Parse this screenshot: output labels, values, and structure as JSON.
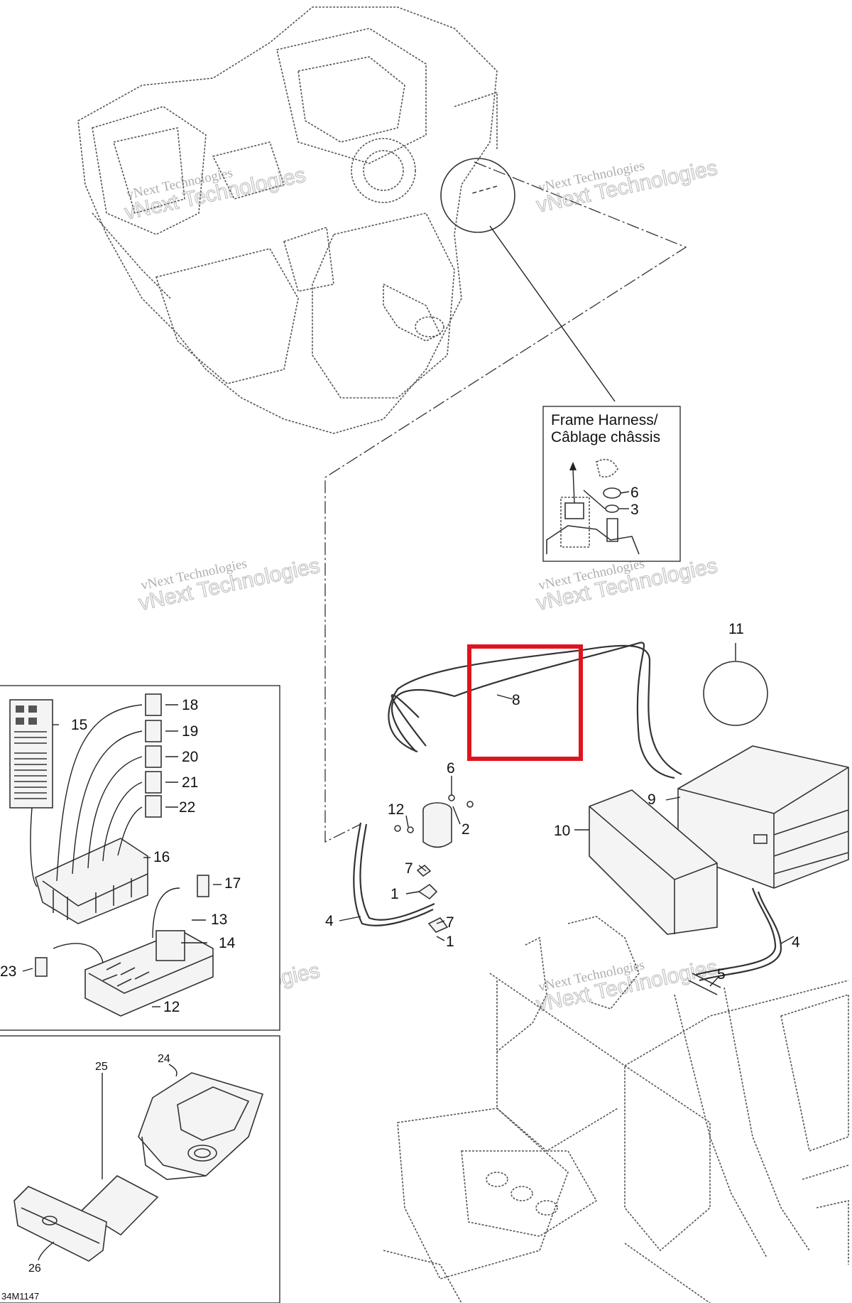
{
  "frame_harness_box": {
    "title_line1": "Frame Harness/",
    "title_line2": "Câblage châssis",
    "callouts": [
      "6",
      "3"
    ]
  },
  "callouts": {
    "c1a": "1",
    "c1b": "1",
    "c2": "2",
    "c4a": "4",
    "c4b": "4",
    "c5": "5",
    "c6": "6",
    "c7a": "7",
    "c7b": "7",
    "c8": "8",
    "c9": "9",
    "c10": "10",
    "c11": "11",
    "c12a": "12",
    "c12b": "12",
    "c13": "13",
    "c14": "14",
    "c15": "15",
    "c16": "16",
    "c17": "17",
    "c18": "18",
    "c19": "19",
    "c20": "20",
    "c21": "21",
    "c22": "22",
    "c23": "23",
    "c24": "24",
    "c25": "25",
    "c26": "26"
  },
  "watermark": {
    "line1": "vNext Technologies",
    "line2": "vNext Technologies"
  },
  "reference_code": "34M1147",
  "colors": {
    "highlight": "#e0141e",
    "line": "#333333"
  }
}
